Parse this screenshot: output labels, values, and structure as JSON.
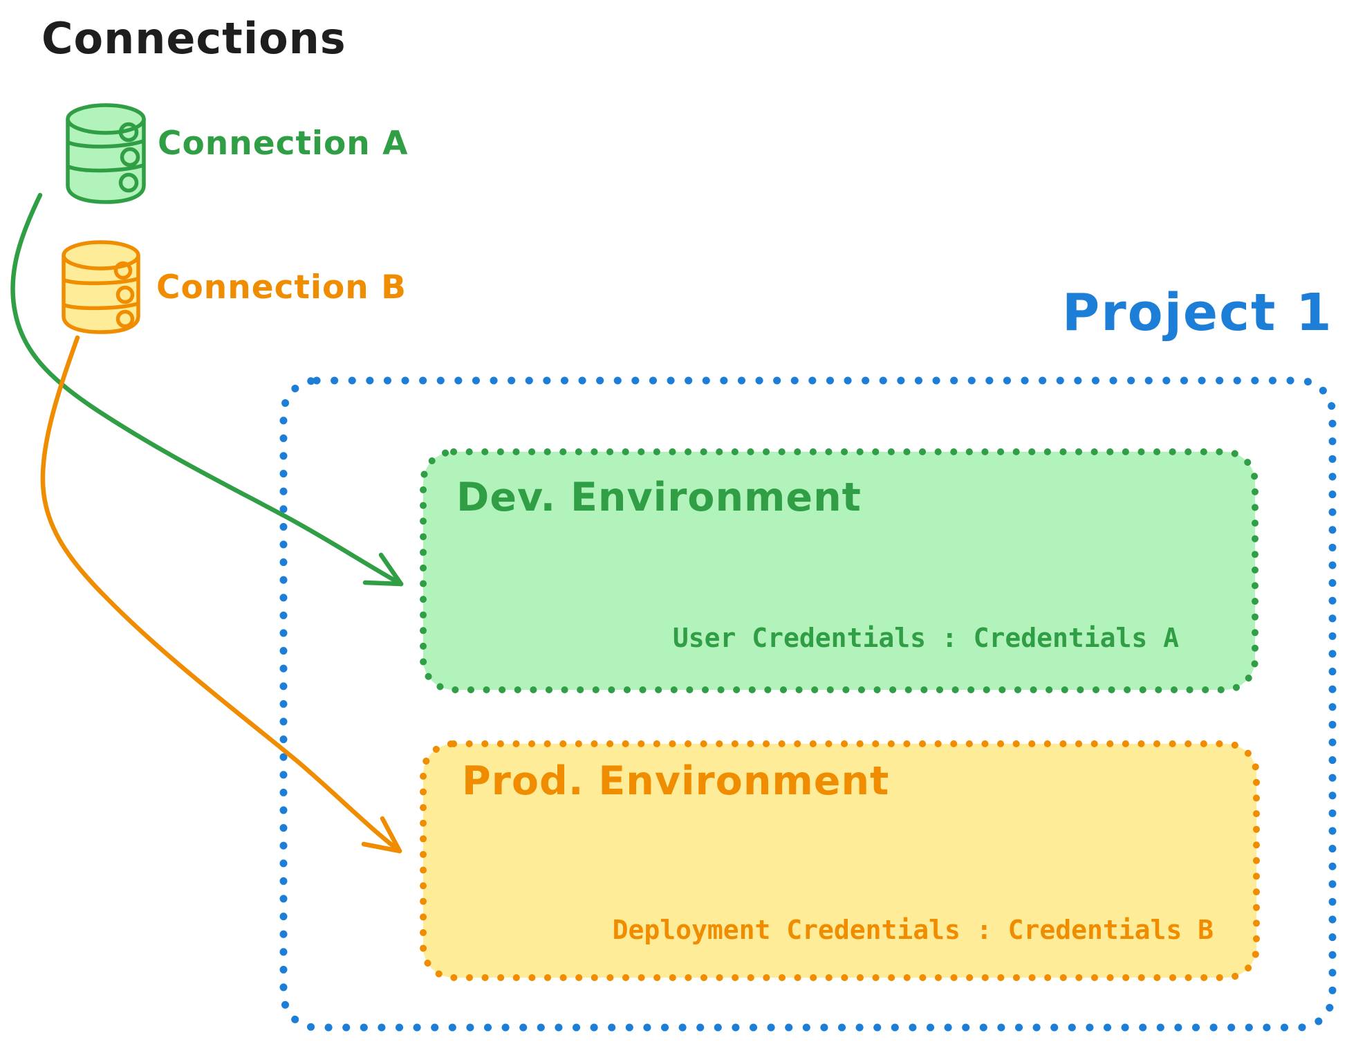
{
  "canvas_title": "Connections",
  "connections": [
    {
      "label": "Connection A",
      "icon": "database-cylinder",
      "color": "#2f9e44",
      "fill": "#b2f2bb"
    },
    {
      "label": "Connection B",
      "icon": "database-cylinder",
      "color": "#f08c00",
      "fill": "#ffec99"
    }
  ],
  "project": {
    "label": "Project 1",
    "border_color": "#1c7ed6",
    "environments": [
      {
        "name": "Dev. Environment",
        "credentials_text": "User Credentials : Credentials A",
        "color": "#2f9e44",
        "fill": "#b2f2bb",
        "linked_connection": "Connection A"
      },
      {
        "name": "Prod. Environment",
        "credentials_text": "Deployment Credentials : Credentials B",
        "color": "#f08c00",
        "fill": "#ffec99",
        "linked_connection": "Connection B"
      }
    ]
  },
  "colors": {
    "ink": "#1e1e1e",
    "green": "#2f9e44",
    "green_fill": "#b2f2bb",
    "orange": "#f08c00",
    "orange_fill": "#ffec99",
    "blue": "#1c7ed6"
  }
}
